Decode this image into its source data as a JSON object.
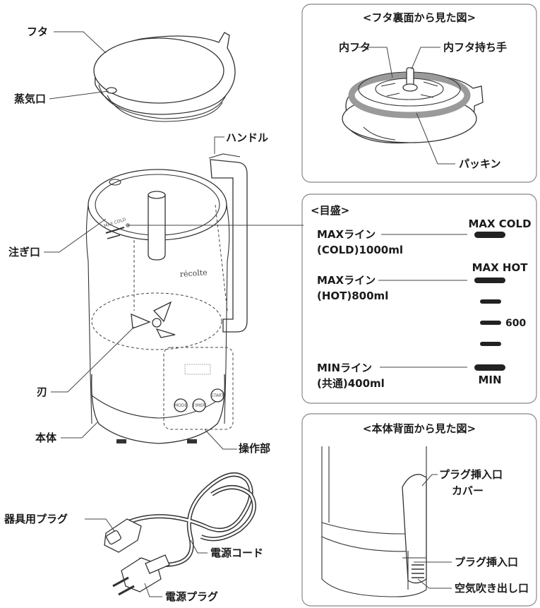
{
  "labels": {
    "lid": "フタ",
    "steam_vent": "蒸気口",
    "handle": "ハンドル",
    "spout": "注ぎ口",
    "blade": "刃",
    "body": "本体",
    "control_panel": "操作部",
    "appliance_plug": "器具用プラグ",
    "power_cord": "電源コード",
    "power_plug": "電源プラグ",
    "brand": "récolte"
  },
  "panel_lid_back": {
    "title": "<フタ裏面から見た図>",
    "inner_lid": "内フタ",
    "inner_lid_handle": "内フタ持ち手",
    "packing": "パッキン"
  },
  "panel_scale": {
    "title": "<目盛>",
    "max_cold_line_1": "MAXライン",
    "max_cold_line_2": "(COLD)1000ml",
    "max_hot_line_1": "MAXライン",
    "max_hot_line_2": "(HOT)800ml",
    "min_line_1": "MINライン",
    "min_line_2": "(共通)400ml",
    "mark_max_cold": "MAX COLD",
    "mark_max_hot": "MAX HOT",
    "mark_600": "600",
    "mark_min": "MIN",
    "gauge_max_cold_small": "MAX COLD"
  },
  "panel_back": {
    "title": "<本体背面から見た図>",
    "plug_cover_1": "プラグ挿入口",
    "plug_cover_2": "カバー",
    "plug_inlet": "プラグ挿入口",
    "air_outlet": "空気吹き出し口"
  },
  "control_buttons": [
    "MODE",
    "TIMER",
    "START"
  ],
  "colors": {
    "line": "#444444",
    "panel_border": "#888888",
    "gasket_gray": "#9a9a9a",
    "text": "#1a1a1a"
  }
}
